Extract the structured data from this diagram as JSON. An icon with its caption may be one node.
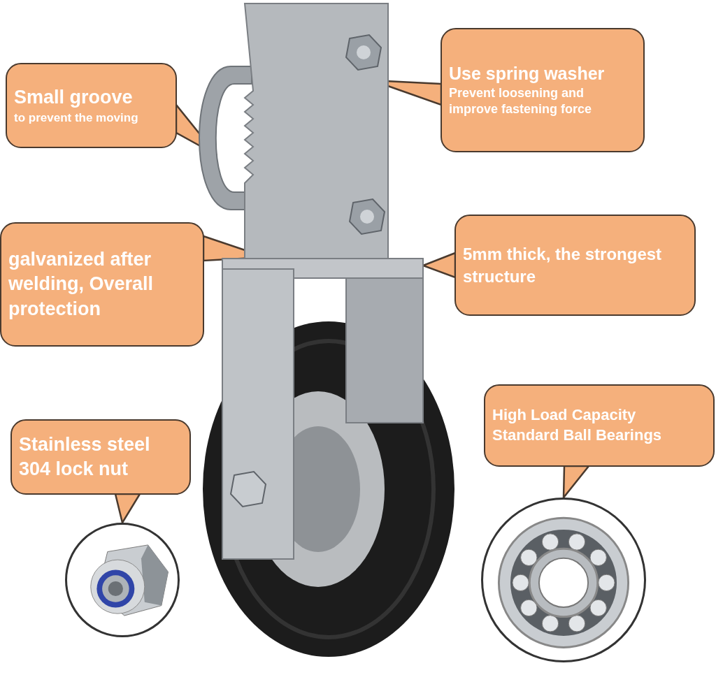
{
  "diagram": {
    "nodes": [
      {
        "text": [
          "Small groove",
          "to prevent the moving"
        ]
      },
      {
        "text": [
          "Use spring washer",
          "Prevent loosening and improve fastening force"
        ]
      },
      {
        "text": [
          "galvanized after welding, Overall protection"
        ]
      },
      {
        "text": [
          "5mm thick, the strongest structure"
        ]
      },
      {
        "text": [
          "Stainless steel 304 lock nut"
        ]
      },
      {
        "text": [
          "High Load Capacity Standard Ball Bearings"
        ]
      },
      {
        "text": [],
        "shape": "picture"
      },
      {
        "text": [],
        "shape": "picture"
      }
    ],
    "edges": [
      {
        "from": 0,
        "to": null,
        "arrow": "to"
      },
      {
        "from": 1,
        "to": null,
        "arrow": "to"
      },
      {
        "from": 2,
        "to": null,
        "arrow": "to"
      },
      {
        "from": 3,
        "to": null,
        "arrow": "to"
      },
      {
        "from": 4,
        "to": 6,
        "arrow": "to"
      },
      {
        "from": 5,
        "to": 7,
        "arrow": "to"
      }
    ]
  }
}
